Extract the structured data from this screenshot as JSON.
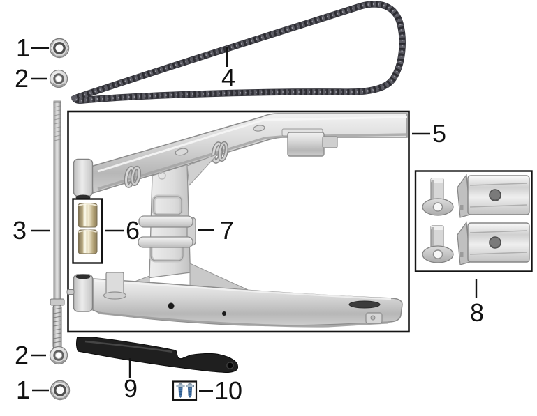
{
  "page": {
    "background": "#ffffff",
    "border": "#d8d8d8"
  },
  "callouts": {
    "c1_top": "1",
    "c2_top": "2",
    "c3": "3",
    "c4": "4",
    "c5": "5",
    "c6": "6",
    "c7": "7",
    "c8": "8",
    "c9": "9",
    "c10": "10",
    "c2_bottom": "2",
    "c1_bottom": "1"
  },
  "parts": [
    {
      "ref": "1",
      "name": "flange-nut",
      "qty_shown": 2
    },
    {
      "ref": "2",
      "name": "flat-washer",
      "qty_shown": 2
    },
    {
      "ref": "3",
      "name": "swingarm-pivot-bolt",
      "qty_shown": 1
    },
    {
      "ref": "4",
      "name": "drive-chain",
      "qty_shown": 1
    },
    {
      "ref": "5",
      "name": "swingarm",
      "qty_shown": 1
    },
    {
      "ref": "6",
      "name": "pivot-bushing",
      "qty_shown": 2
    },
    {
      "ref": "7",
      "name": "swingarm-center-brace",
      "qty_shown": 1
    },
    {
      "ref": "8",
      "name": "chain-adjuster-set",
      "qty_shown": 2
    },
    {
      "ref": "9",
      "name": "chain-slider",
      "qty_shown": 1
    },
    {
      "ref": "10",
      "name": "slider-screw",
      "qty_shown": 2
    }
  ],
  "colors": {
    "line": "#141414",
    "chain": "#3c3c42",
    "metal_light": "#d6d6d6",
    "bushing_brass": "#cbbd95",
    "slider_black": "#1f1f1f",
    "screw_blue": "#4a79ae"
  }
}
